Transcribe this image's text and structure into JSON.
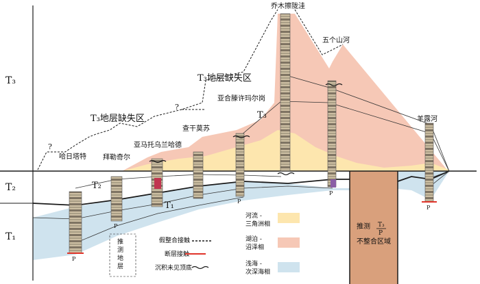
{
  "period_labels": {
    "t3": "T₃",
    "t2": "T₂",
    "t1": "T₁"
  },
  "interior_labels": {
    "t3_mid": "T₃",
    "t2_inner": "T₂",
    "t1_inner": "T₁"
  },
  "missing_labels": {
    "left": "T₃地层缺失区",
    "right": "T₃地层缺失区"
  },
  "uncertain_mark": "?",
  "sections": {
    "s1": "哈日塔特",
    "s2": "拜勒奇尔",
    "s3": "亚马托乌兰哈德",
    "s4": "查干莫苏",
    "s5": "亚合滕许玛尔岗",
    "s6": "乔木擦陇洼",
    "s7": "五个山河",
    "s8": "羊露河"
  },
  "bottom_letter": "P",
  "inferred_block": {
    "label1": "推测",
    "fraction_top": "T₃",
    "fraction_bottom": "P",
    "label2": "不整合区域"
  },
  "legend": {
    "inferred_strata": "推测地层",
    "conformable": "假整合接触",
    "fault": "断层接触",
    "top_unseen": "沉积未见顶底",
    "fluvial": "河流－三角洲相",
    "lacustrine": "湖泊－沼泽相",
    "marine": "浅海－次深海相"
  },
  "colors": {
    "fluvial": "#fde6ae",
    "lacustrine": "#f6c8b6",
    "marine": "#cfe3ee",
    "inferred_block": "#d9a07c",
    "fault": "#e0342a"
  }
}
